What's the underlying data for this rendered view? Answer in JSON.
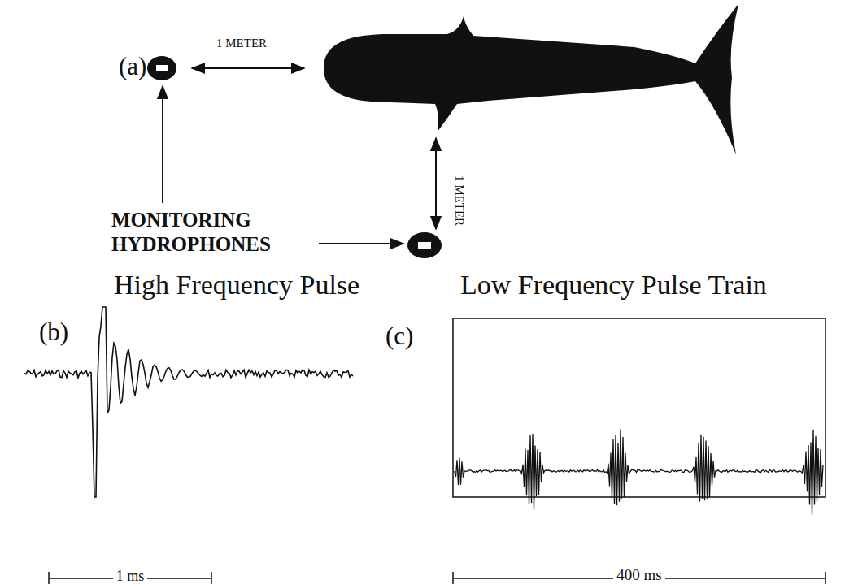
{
  "diagram": {
    "labels": [
      "(a)",
      "1 METER",
      "1 METER",
      "MONITORING HYDROPHONES",
      "High Frequency Pulse",
      "(b)",
      "1 ms",
      "Low Frequency Pulse Train",
      "(c)",
      "400 ms"
    ]
  }
}
